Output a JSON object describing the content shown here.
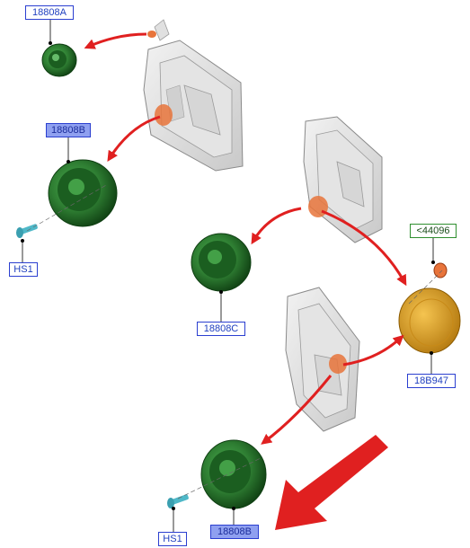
{
  "labels": {
    "tweeter_front": "18808A",
    "speaker_front": "18808B",
    "screw_front": "HS1",
    "speaker_rear_mid": "18808C",
    "grommet": "<44096",
    "grille": "18B947",
    "speaker_rear": "18808B",
    "screw_rear": "HS1"
  },
  "colors": {
    "speaker_green": "#2e7d32",
    "speaker_dark": "#124d14",
    "grille_orange": "#e0a020",
    "arrow_red": "#e02020",
    "label_blue": "#2b3fd0",
    "label_green": "#2f8f2f",
    "mount_orange": "#e8743b"
  }
}
